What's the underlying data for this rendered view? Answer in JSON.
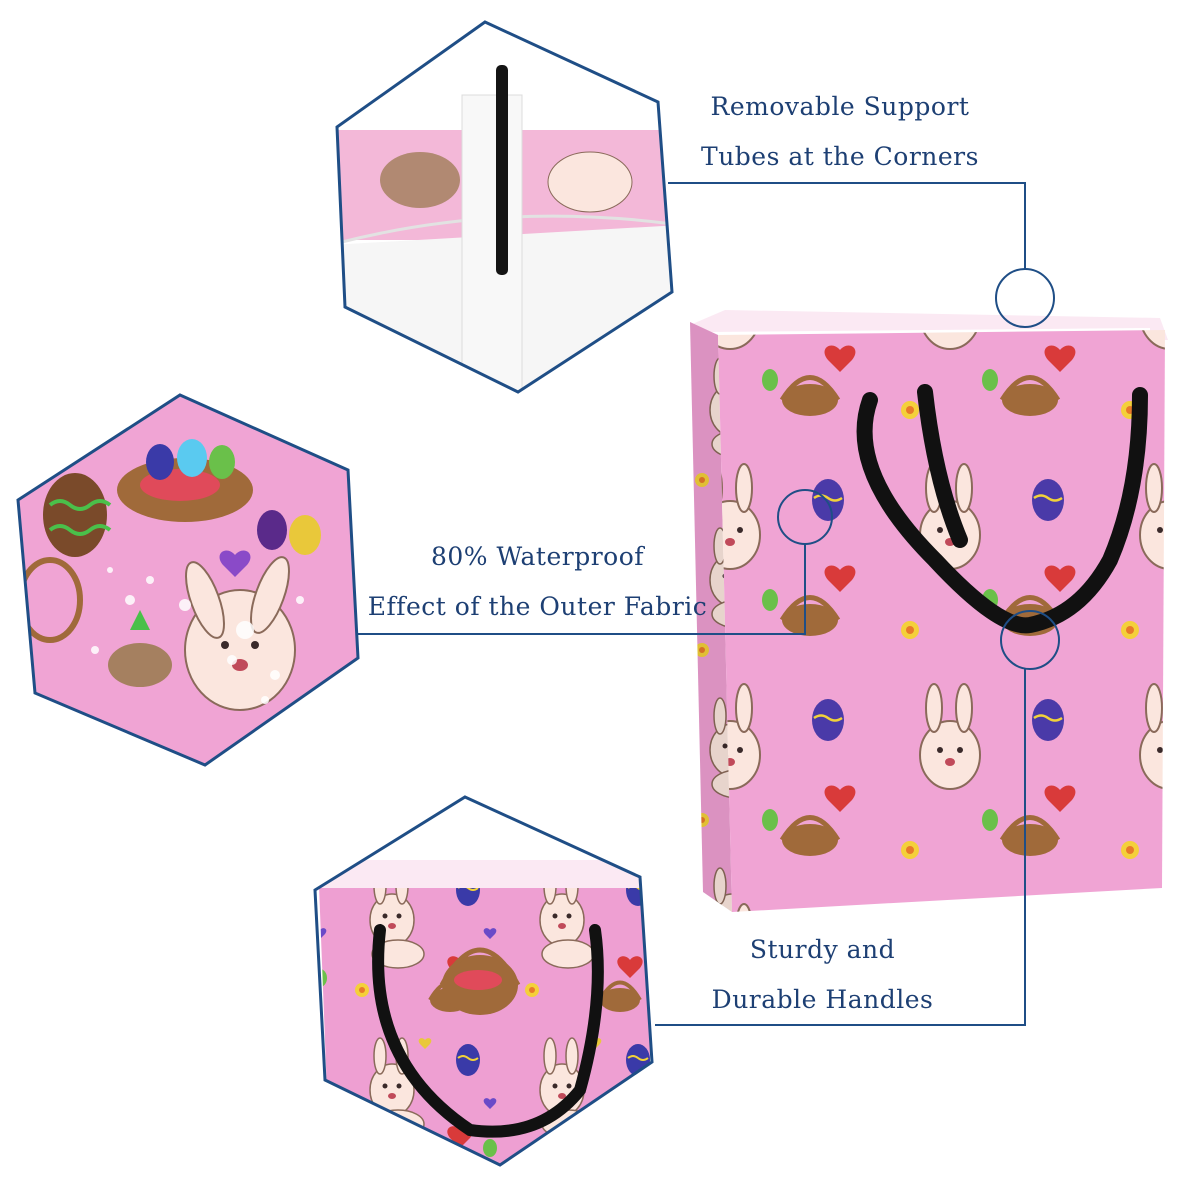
{
  "colors": {
    "accent": "#1f4e86",
    "fabric_pink": "#ee9fd2",
    "handle_black": "#111111",
    "liner_white": "#f4f4f4"
  },
  "callouts": {
    "support_tubes": {
      "line1": "Removable Support",
      "line2": "Tubes at the Corners"
    },
    "waterproof": {
      "line1": "80% Waterproof",
      "line2": "Effect of the Outer Fabric"
    },
    "handles": {
      "line1": "Sturdy and",
      "line2": "Durable Handles"
    }
  },
  "icons": [
    "bunny-pattern",
    "easter-egg",
    "heart",
    "basket",
    "flower",
    "water-droplet",
    "support-tube"
  ]
}
